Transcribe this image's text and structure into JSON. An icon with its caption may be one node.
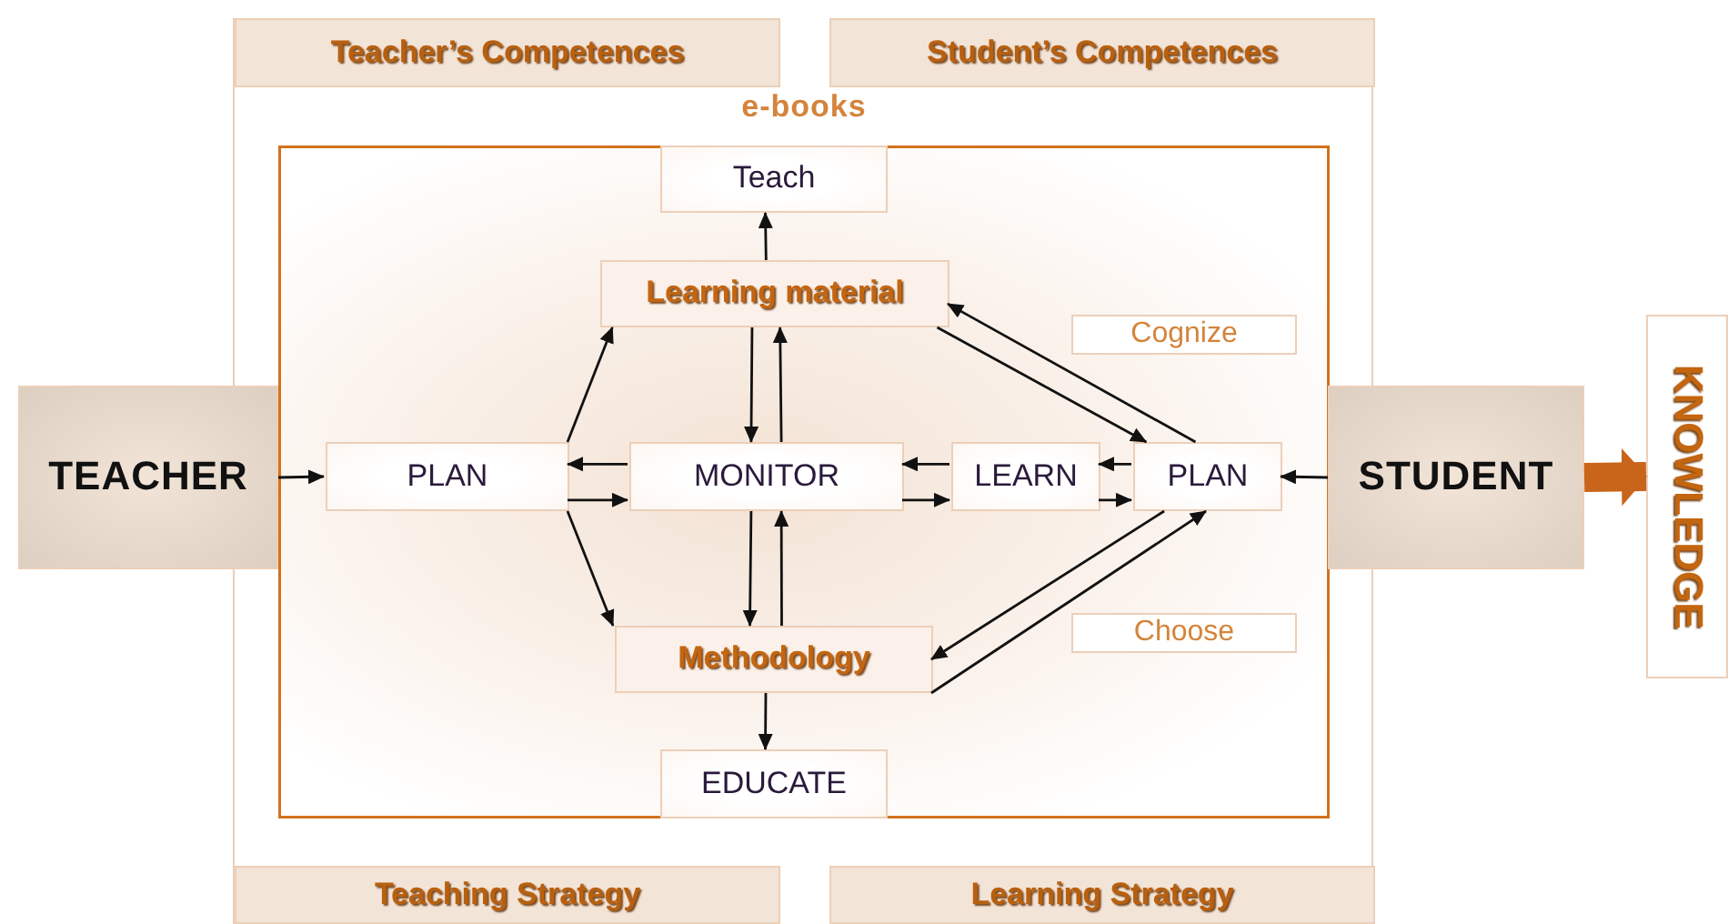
{
  "diagram": {
    "nodes": [
      {
        "text": [],
        "shape": "box"
      },
      {
        "text": [
          "Teacher’s Competences"
        ],
        "in": 0
      },
      {
        "text": [
          "Student’s Competences"
        ],
        "in": 0
      },
      {
        "text": [
          "e-books"
        ],
        "in": 0
      },
      {
        "text": [
          "Teach"
        ],
        "in": 3
      },
      {
        "text": [
          "Learning material"
        ],
        "in": 3
      },
      {
        "text": [
          "Cognize"
        ],
        "in": 3
      },
      {
        "text": [
          "PLAN"
        ],
        "in": 3
      },
      {
        "text": [
          "MONITOR"
        ],
        "in": 3
      },
      {
        "text": [
          "LEARN"
        ],
        "in": 3
      },
      {
        "text": [
          "PLAN"
        ],
        "in": 3
      },
      {
        "text": [
          "Methodology"
        ],
        "in": 3
      },
      {
        "text": [
          "Choose"
        ],
        "in": 3
      },
      {
        "text": [
          "EDUCATE"
        ],
        "in": 3
      },
      {
        "text": [
          "Teaching Strategy"
        ],
        "in": 0
      },
      {
        "text": [
          "Learning Strategy"
        ],
        "in": 0
      },
      {
        "text": [
          "TEACHER"
        ]
      },
      {
        "text": [
          "STUDENT"
        ]
      },
      {
        "text": [
          "KNOWLEDGE"
        ]
      }
    ],
    "edges": [
      {
        "from": 16,
        "to": 7,
        "arrow": "to"
      },
      {
        "from": 17,
        "to": 10,
        "arrow": "to"
      },
      {
        "from": 17,
        "to": 18,
        "arrow": "to",
        "style": "thick",
        "color": "#c8651b"
      },
      {
        "from": 5,
        "to": 4,
        "arrow": "to"
      },
      {
        "from": 11,
        "to": 13,
        "arrow": "to"
      },
      {
        "from": 7,
        "to": 5,
        "arrow": "to"
      },
      {
        "from": 7,
        "to": 11,
        "arrow": "to"
      },
      {
        "from": 8,
        "to": 7,
        "arrow": "to"
      },
      {
        "from": 7,
        "to": 8,
        "arrow": "to"
      },
      {
        "from": 5,
        "to": 8,
        "arrow": "to"
      },
      {
        "from": 8,
        "to": 5,
        "arrow": "to"
      },
      {
        "from": 8,
        "to": 11,
        "arrow": "to"
      },
      {
        "from": 11,
        "to": 8,
        "arrow": "to"
      },
      {
        "from": 9,
        "to": 8,
        "arrow": "to"
      },
      {
        "from": 8,
        "to": 9,
        "arrow": "to"
      },
      {
        "from": 10,
        "to": 9,
        "arrow": "to"
      },
      {
        "from": 9,
        "to": 10,
        "arrow": "to"
      },
      {
        "from": 10,
        "to": 5,
        "arrow": "to"
      },
      {
        "from": 5,
        "to": 10,
        "arrow": "to"
      },
      {
        "from": 10,
        "to": 11,
        "arrow": "to"
      },
      {
        "from": 11,
        "to": 10,
        "arrow": "to"
      }
    ]
  }
}
